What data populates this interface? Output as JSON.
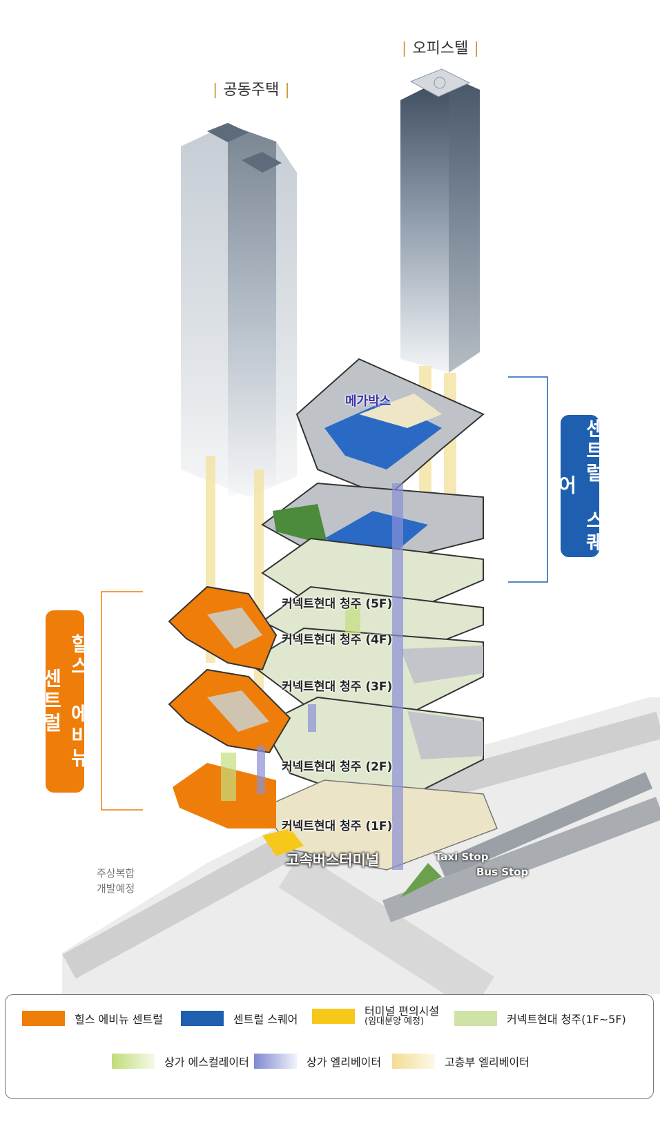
{
  "towers": {
    "residential": "공동주택",
    "officetel": "오피스텔"
  },
  "badges": {
    "hills": "힐스 에비뉴 센트럴",
    "central": "센트럴 스퀘어"
  },
  "floors": {
    "megabox": "메가박스",
    "f5": "커넥트현대 청주 (5F)",
    "f4": "커넥트현대 청주 (4F)",
    "f3": "커넥트현대 청주 (3F)",
    "f2": "커넥트현대 청주 (2F)",
    "f1": "커넥트현대 청주 (1F)"
  },
  "ground": {
    "terminal": "고속버스터미널",
    "taxi": "Taxi Stop",
    "bus": "Bus Stop",
    "dev_line1": "주상복합",
    "dev_line2": "개발예정"
  },
  "legend": {
    "hills": "힐스 에비뉴 센트럴",
    "central": "센트럴 스퀘어",
    "terminal": "터미널 편의시설",
    "terminal_sub": "(임대분양 예정)",
    "connect": "커넥트현대 청주(1F~5F)",
    "escalator": "상가 에스컬레이터",
    "elevator": "상가 엘리베이터",
    "high_elevator": "고층부 엘리베이터"
  },
  "colors": {
    "hills": "#ef7d0a",
    "central": "#1f5fb0",
    "terminal": "#f6c81a",
    "connect": "#cfe3a6"
  }
}
